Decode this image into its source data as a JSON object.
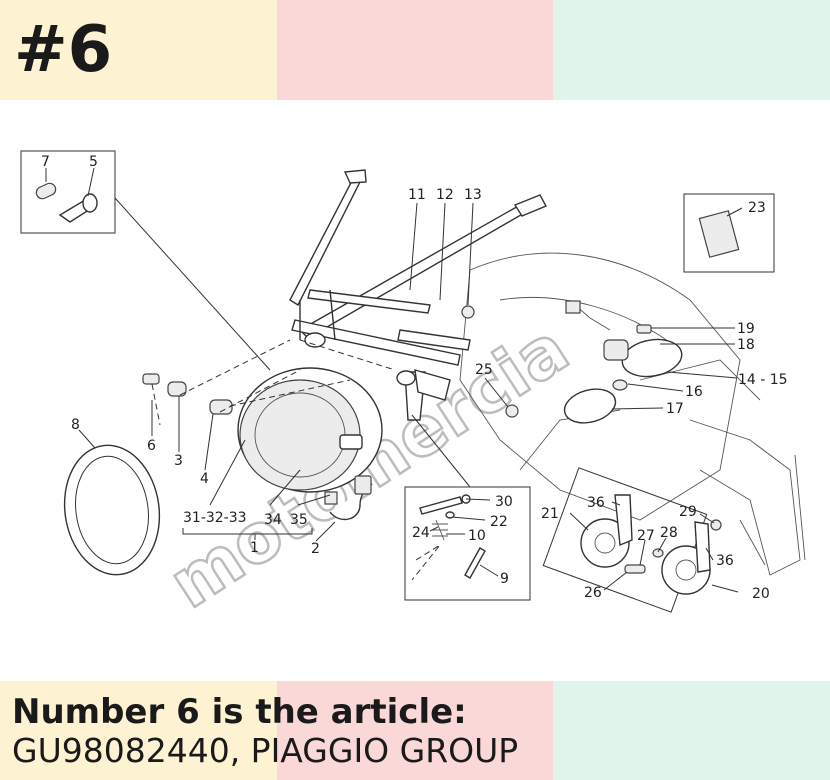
{
  "header": {
    "badge": "#6"
  },
  "caption": {
    "line1": "Number 6 is the article:",
    "line2": "GU98082440, PIAGGIO GROUP"
  },
  "watermark": {
    "text": "motomercia"
  },
  "colors": {
    "band_yellow": "#fdf3d3",
    "band_pink": "#fbd8d8",
    "band_mint": "#e1f4ec",
    "text": "#1a1a1a"
  },
  "diagram": {
    "callouts": {
      "c1": "1",
      "c2": "2",
      "c3": "3",
      "c4": "4",
      "c5": "5",
      "c6": "6",
      "c7": "7",
      "c8": "8",
      "c9": "9",
      "c10": "10",
      "c11": "11",
      "c12": "12",
      "c13": "13",
      "c14_15": "14 - 15",
      "c16": "16",
      "c17": "17",
      "c18": "18",
      "c19": "19",
      "c20": "20",
      "c21": "21",
      "c22": "22",
      "c23": "23",
      "c24": "24",
      "c25": "25",
      "c26": "26",
      "c27": "27",
      "c28": "28",
      "c29": "29",
      "c30": "30",
      "c31_32_33": "31-32-33",
      "c34": "34",
      "c35": "35",
      "c36a": "36",
      "c36b": "36"
    }
  }
}
